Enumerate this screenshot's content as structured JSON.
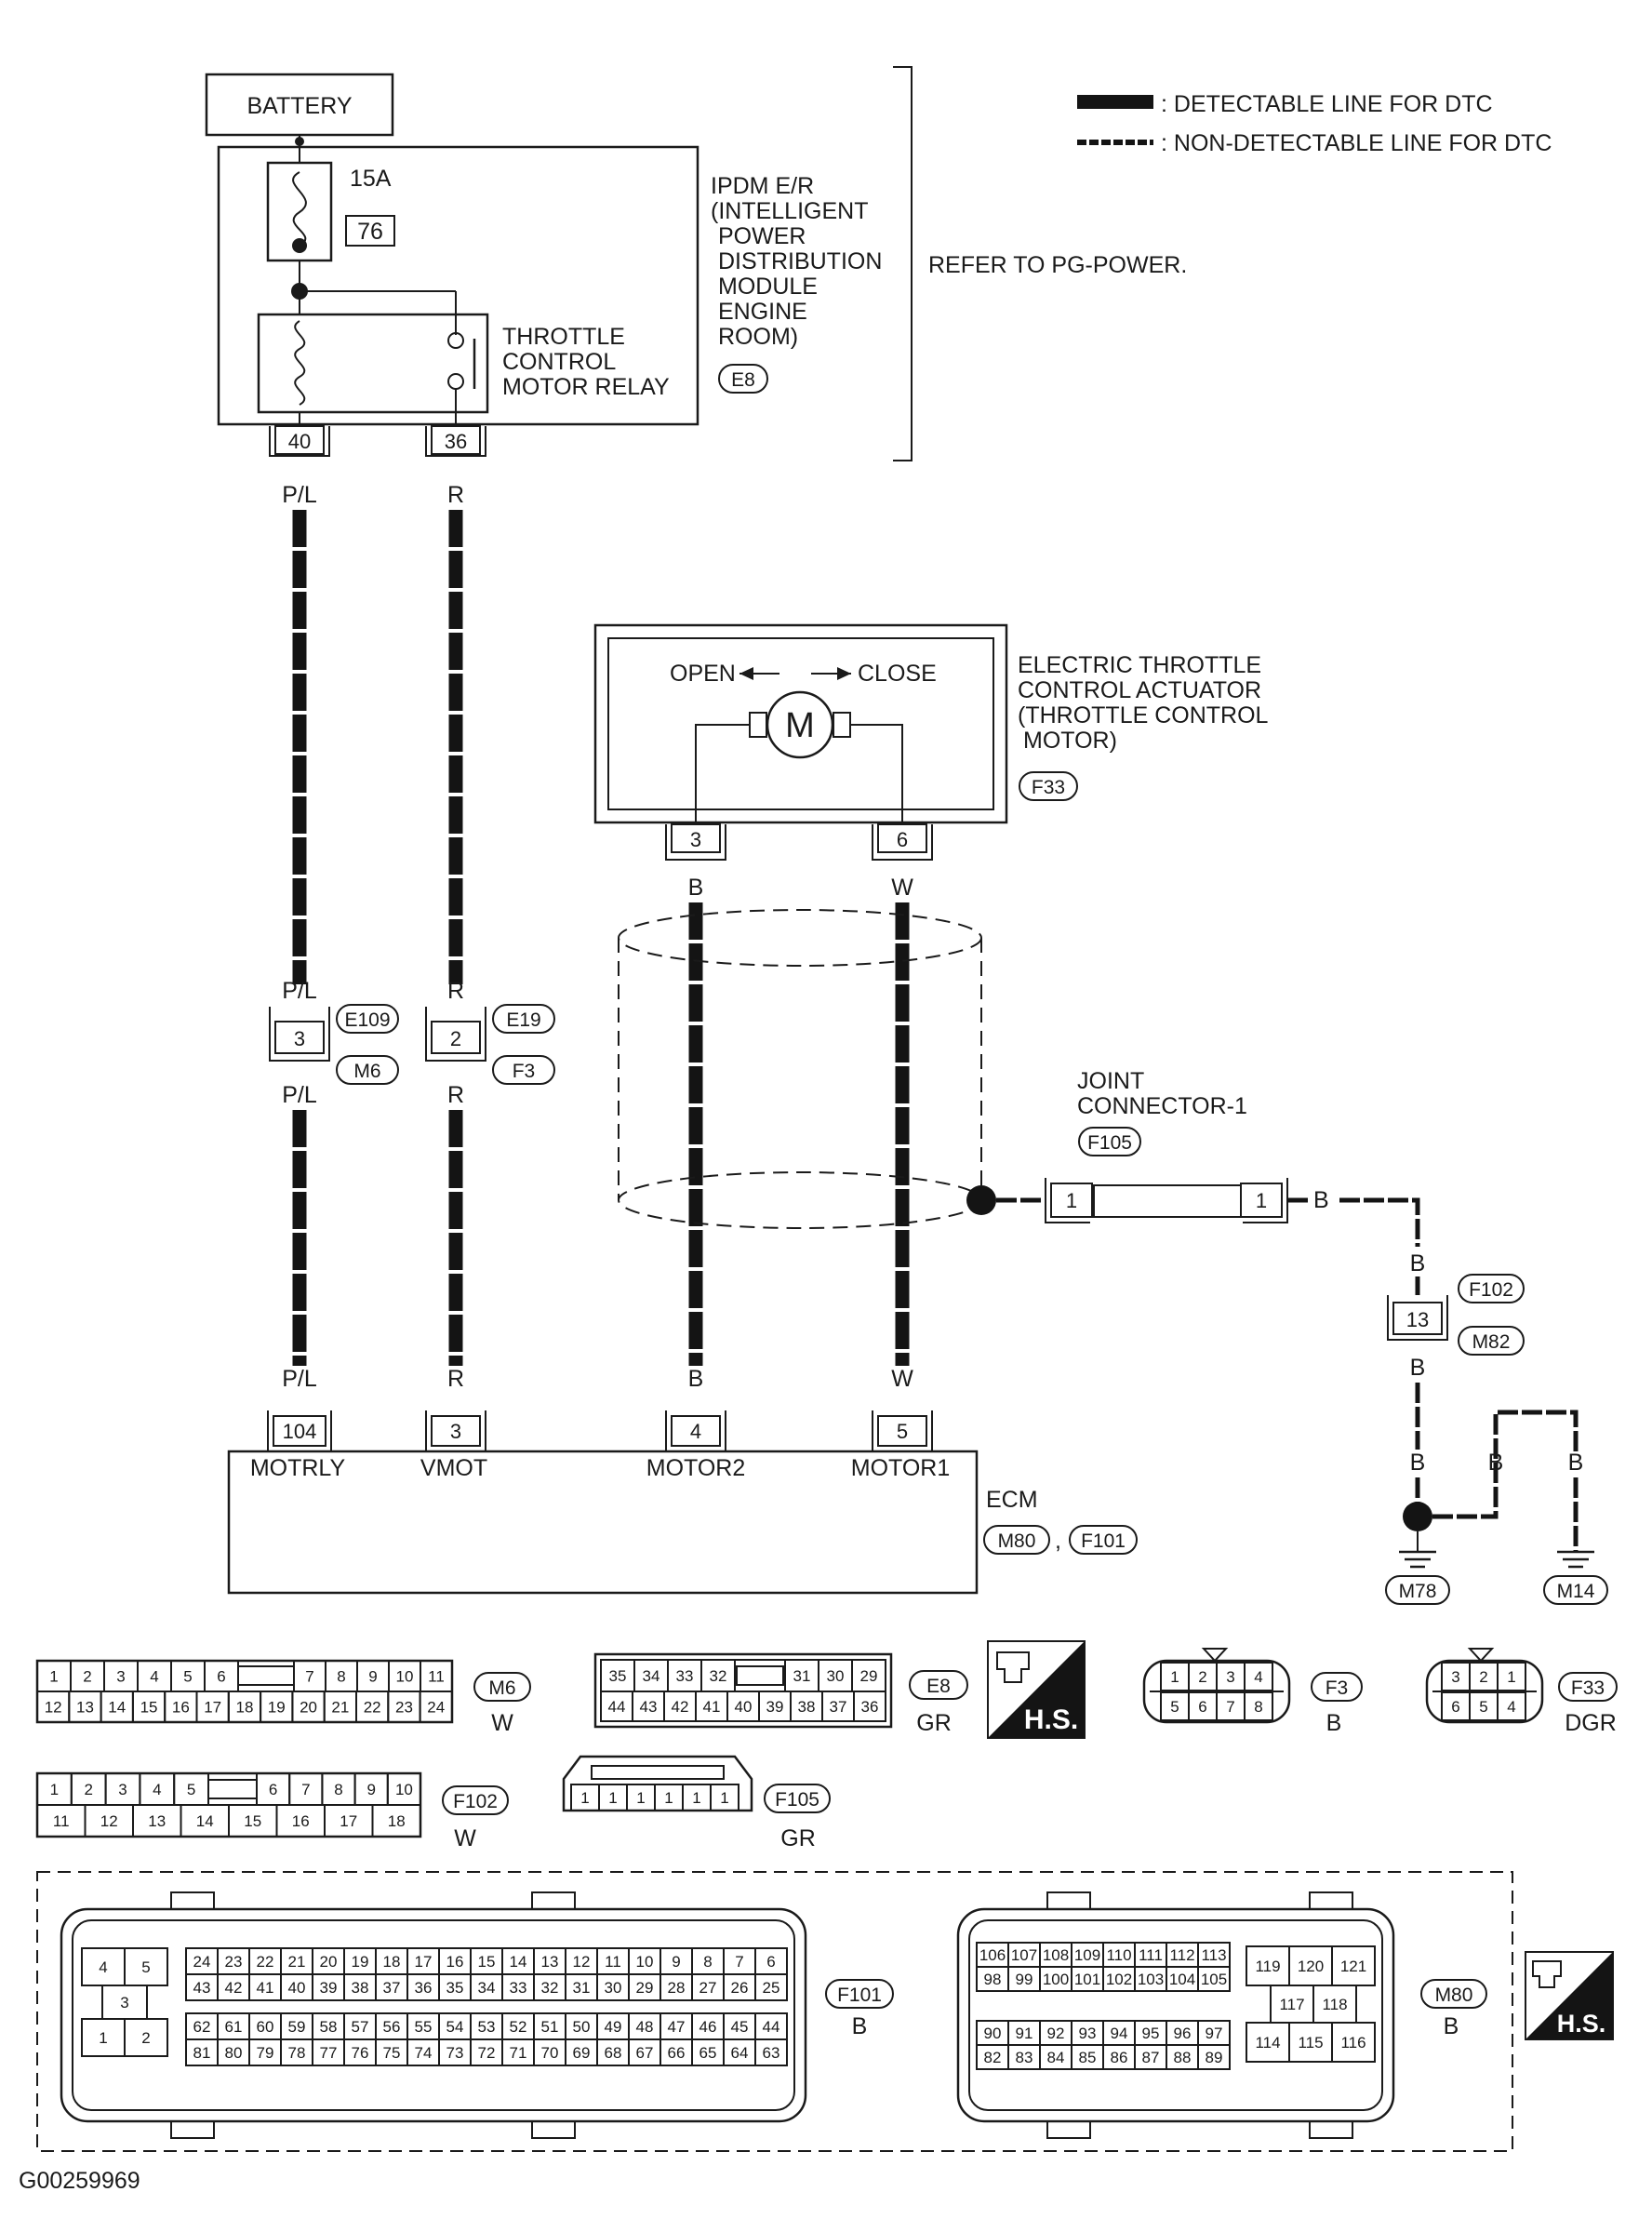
{
  "legend": {
    "detectable": ": DETECTABLE LINE FOR DTC",
    "non_detectable": ": NON-DETECTABLE LINE FOR DTC"
  },
  "battery": "BATTERY",
  "ipdm": {
    "fuse_amps": "15A",
    "fuse_no": "76",
    "name_lines": [
      "IPDM E/R",
      "(INTELLIGENT",
      "POWER",
      "DISTRIBUTION",
      "MODULE",
      "ENGINE",
      "ROOM)"
    ],
    "connector": "E8",
    "relay_lines": [
      "THROTTLE",
      "CONTROL",
      "MOTOR RELAY"
    ],
    "pin_40": "40",
    "pin_36": "36",
    "refer": "REFER TO PG-POWER."
  },
  "wires": {
    "pl": "P/L",
    "r": "R",
    "b": "B",
    "w": "W"
  },
  "inline": {
    "e109": "E109",
    "m6": "M6",
    "e19": "E19",
    "f3": "F3",
    "pin_3": "3",
    "pin_2": "2"
  },
  "actuator": {
    "open": "OPEN",
    "close": "CLOSE",
    "motor": "M",
    "name_lines": [
      "ELECTRIC THROTTLE",
      "CONTROL ACTUATOR",
      "(THROTTLE CONTROL",
      "MOTOR)"
    ],
    "connector": "F33",
    "pin_3": "3",
    "pin_6": "6"
  },
  "joint": {
    "name_lines": [
      "JOINT",
      "CONNECTOR-1"
    ],
    "connector": "F105",
    "pin": "1"
  },
  "ground_path": {
    "f102": "F102",
    "m82": "M82",
    "pin": "13",
    "m78": "M78",
    "m14": "M14"
  },
  "ecm": {
    "name": "ECM",
    "conn_m80": "M80",
    "conn_f101": "F101",
    "comma": ",",
    "pins": [
      {
        "num": "104",
        "name": "MOTRLY"
      },
      {
        "num": "3",
        "name": "VMOT"
      },
      {
        "num": "4",
        "name": "MOTOR2"
      },
      {
        "num": "5",
        "name": "MOTOR1"
      }
    ]
  },
  "faces": {
    "m6": {
      "tag": "M6",
      "color": "W",
      "row1a": [
        "1",
        "2",
        "3",
        "4",
        "5",
        "6"
      ],
      "row1b": [
        "7",
        "8",
        "9",
        "10",
        "11"
      ],
      "row2": [
        "12",
        "13",
        "14",
        "15",
        "16",
        "17",
        "18",
        "19",
        "20",
        "21",
        "22",
        "23",
        "24"
      ]
    },
    "e8": {
      "tag": "E8",
      "color": "GR",
      "row1a": [
        "35",
        "34",
        "33",
        "32"
      ],
      "row1b": [
        "31",
        "30",
        "29"
      ],
      "row2": [
        "44",
        "43",
        "42",
        "41",
        "40",
        "39",
        "38",
        "37",
        "36"
      ]
    },
    "hs": "H.S.",
    "f3": {
      "tag": "F3",
      "color": "B",
      "row1": [
        "1",
        "2",
        "3",
        "4"
      ],
      "row2": [
        "5",
        "6",
        "7",
        "8"
      ]
    },
    "f33": {
      "tag": "F33",
      "color": "DGR",
      "row1": [
        "3",
        "2",
        "1"
      ],
      "row2": [
        "6",
        "5",
        "4"
      ]
    },
    "f102": {
      "tag": "F102",
      "color": "W",
      "row1a": [
        "1",
        "2",
        "3",
        "4",
        "5"
      ],
      "row1b": [
        "6",
        "7",
        "8",
        "9",
        "10"
      ],
      "row2": [
        "11",
        "12",
        "13",
        "14",
        "15",
        "16",
        "17",
        "18"
      ]
    },
    "f105": {
      "tag": "F105",
      "color": "GR",
      "row": [
        "1",
        "1",
        "1",
        "1",
        "1",
        "1"
      ]
    },
    "f101": {
      "tag": "F101",
      "color": "B",
      "block": [
        "4",
        "5",
        "3",
        "1",
        "2"
      ],
      "row1": [
        "24",
        "23",
        "22",
        "21",
        "20",
        "19",
        "18",
        "17",
        "16",
        "15",
        "14",
        "13",
        "12",
        "11",
        "10",
        "9",
        "8",
        "7",
        "6"
      ],
      "row2": [
        "43",
        "42",
        "41",
        "40",
        "39",
        "38",
        "37",
        "36",
        "35",
        "34",
        "33",
        "32",
        "31",
        "30",
        "29",
        "28",
        "27",
        "26",
        "25"
      ],
      "row3": [
        "62",
        "61",
        "60",
        "59",
        "58",
        "57",
        "56",
        "55",
        "54",
        "53",
        "52",
        "51",
        "50",
        "49",
        "48",
        "47",
        "46",
        "45",
        "44"
      ],
      "row4": [
        "81",
        "80",
        "79",
        "78",
        "77",
        "76",
        "75",
        "74",
        "73",
        "72",
        "71",
        "70",
        "69",
        "68",
        "67",
        "66",
        "65",
        "64",
        "63"
      ]
    },
    "m80": {
      "tag": "M80",
      "color": "B",
      "row1": [
        "106",
        "107",
        "108",
        "109",
        "110",
        "111",
        "112",
        "113"
      ],
      "row2": [
        "98",
        "99",
        "100",
        "101",
        "102",
        "103",
        "104",
        "105"
      ],
      "row3": [
        "90",
        "91",
        "92",
        "93",
        "94",
        "95",
        "96",
        "97"
      ],
      "row4": [
        "82",
        "83",
        "84",
        "85",
        "86",
        "87",
        "88",
        "89"
      ],
      "big": [
        "119",
        "120",
        "121",
        "117",
        "118",
        "114",
        "115",
        "116"
      ]
    }
  },
  "figure_id": "G00259969"
}
